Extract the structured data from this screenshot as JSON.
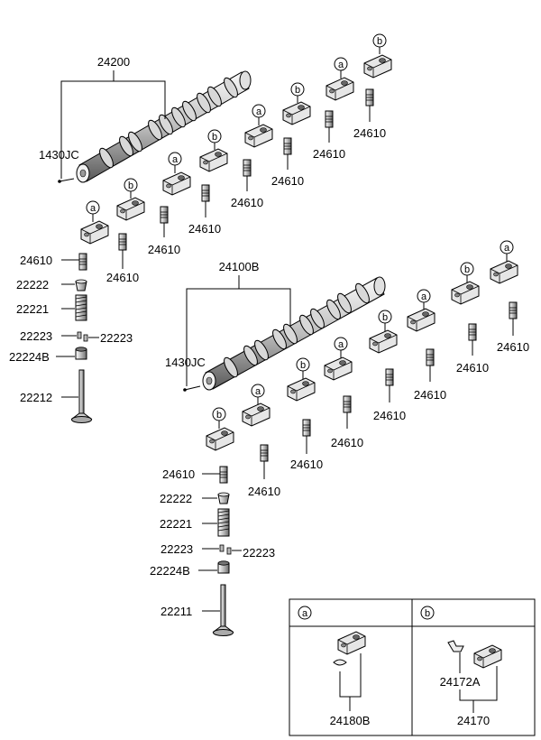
{
  "upper_assembly": {
    "camshaft_label": "24200",
    "plug_label": "1430JC",
    "rocker_labels": [
      "24610",
      "24610",
      "24610",
      "24610",
      "24610",
      "24610",
      "24610",
      "24610"
    ],
    "valve_parts": {
      "retainer": "22222",
      "spring": "22221",
      "keeper_left": "22223",
      "keeper_right": "22223",
      "seal": "22224B",
      "valve": "22212"
    }
  },
  "lower_assembly": {
    "camshaft_label": "24100B",
    "plug_label": "1430JC",
    "rocker_labels": [
      "24610",
      "24610",
      "24610",
      "24610",
      "24610",
      "24610",
      "24610",
      "24610"
    ],
    "valve_parts": {
      "retainer": "22222",
      "spring": "22221",
      "keeper_left": "22223",
      "keeper_right": "22223",
      "seal": "22224B",
      "valve": "22211"
    }
  },
  "callout_letters": {
    "a": "a",
    "b": "b"
  },
  "legend": {
    "a_label": "24180B",
    "b_label_inner": "24172A",
    "b_label_outer": "24170"
  }
}
